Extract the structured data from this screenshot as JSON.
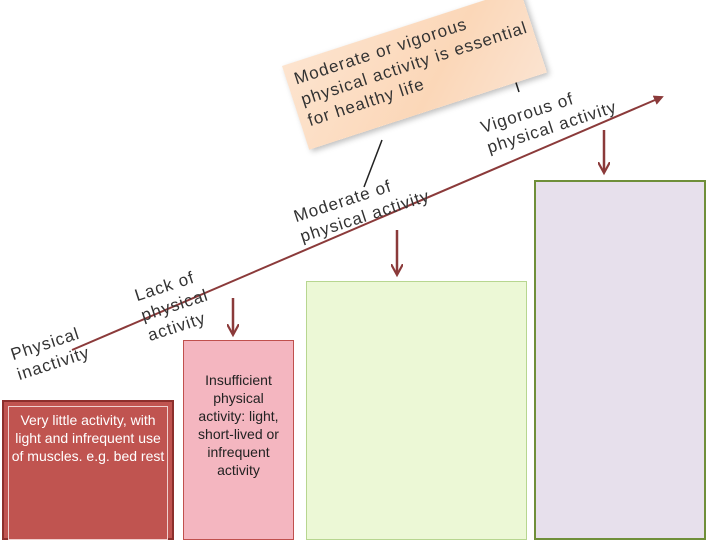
{
  "labels": {
    "physical_inactivity": "Physical inactivity",
    "lack_of_activity": "Lack of physical activity",
    "moderate_activity": "Moderate of physical activity",
    "vigorous_activity": "Vigorous of physical activity",
    "callout": "Moderate or vigorous physical activity is essential for healthy life"
  },
  "boxes": {
    "bed_rest": "Very little activity, with light and infrequent use of muscles. e.g. bed rest",
    "insufficient": "Insufficient physical activity: light, short-lived or infrequent activity"
  },
  "colors": {
    "arrow": "#8b3a3a",
    "box_red": "#c05450",
    "box_red_border": "#8c2f2c",
    "box_pink": "#f4b6c0",
    "box_pink_border": "#c0504d",
    "box_green": "#ecf8d6",
    "box_green_border": "#b7d690",
    "box_lavender": "#e7e0ec",
    "box_lavender_border": "#6f8f3a",
    "callout": "#fbd9bd"
  }
}
